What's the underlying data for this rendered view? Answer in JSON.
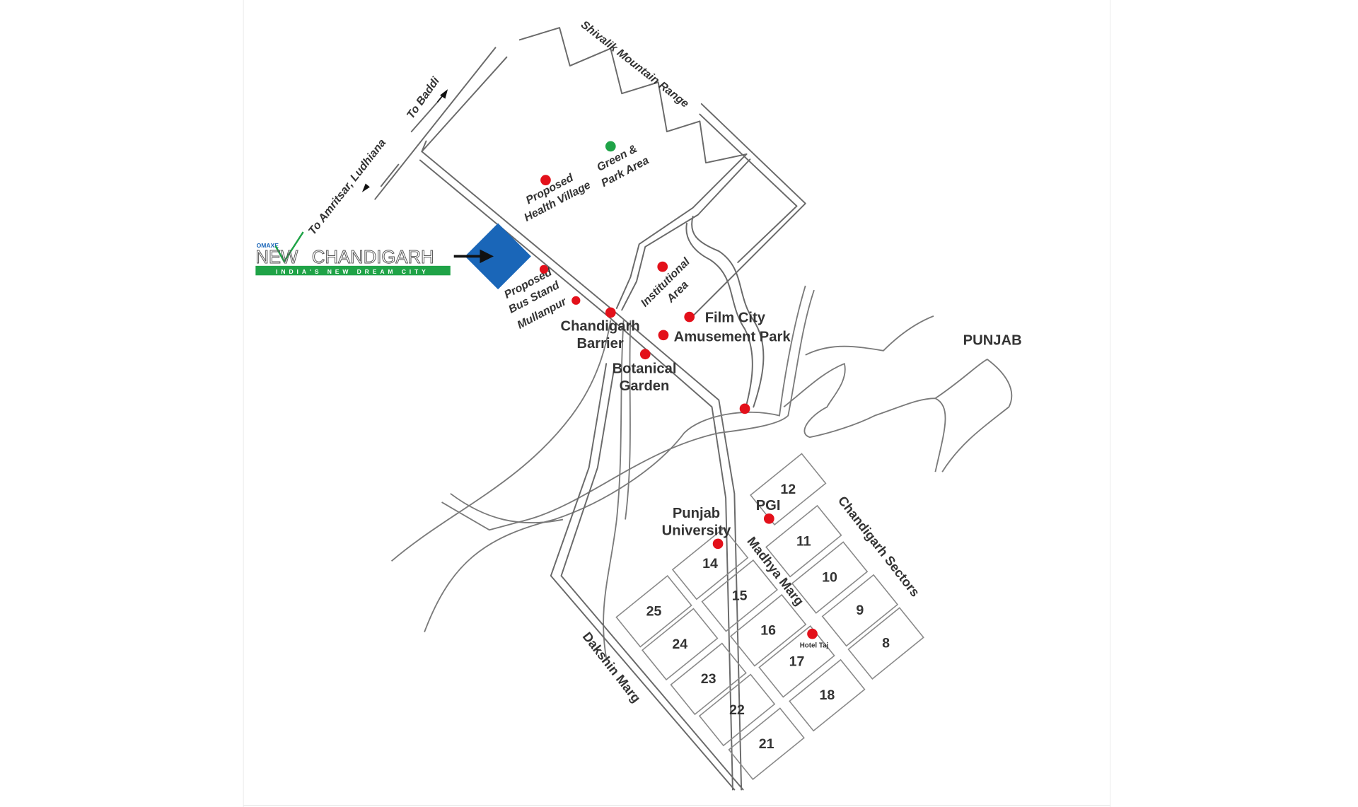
{
  "logo": {
    "brand": "OMAXE",
    "name_part1": "NEW",
    "name_part2": "CHANDIGARH",
    "tagline": "INDIA'S NEW DREAM CITY",
    "brand_color": "#1a66b8",
    "green": "#1fa347"
  },
  "project_marker_color": "#1a66b8",
  "labels": {
    "shivalik": "Shivalik Mountain Range",
    "to_baddi": "To Baddi",
    "to_amritsar": "To Amritsar, Ludhiana",
    "health_village_1": "Proposed",
    "health_village_2": "Health Village",
    "green_park_1": "Green &",
    "green_park_2": "Park Area",
    "bus_stand_1": "Proposed",
    "bus_stand_2": "Bus Stand",
    "bus_stand_3": "Mullanpur",
    "barrier_1": "Chandigarh",
    "barrier_2": "Barrier",
    "institutional_1": "Institutional",
    "institutional_2": "Area",
    "film_city": "Film City",
    "amusement_park": "Amusement Park",
    "botanical_1": "Botanical",
    "botanical_2": "Garden",
    "punjab": "PUNJAB",
    "punjab_university_1": "Punjab",
    "punjab_university_2": "University",
    "pgi": "PGI",
    "hotel_taj": "Hotel Taj",
    "chandigarh_sectors": "Chandigarh Sectors",
    "madhya_marg": "Madhya Marg",
    "dakshin_marg": "Dakshin Marg"
  },
  "sectors": [
    "12",
    "11",
    "10",
    "9",
    "8",
    "14",
    "15",
    "16",
    "17",
    "18",
    "25",
    "24",
    "23",
    "22",
    "21"
  ],
  "colors": {
    "poi": "#e3101a",
    "green_poi": "#1fa347",
    "road": "#6a6a6a"
  }
}
